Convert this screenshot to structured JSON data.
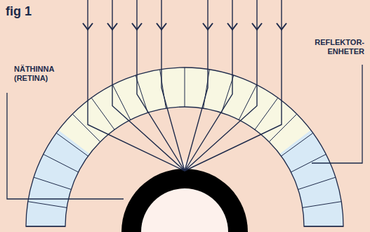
{
  "diagram": {
    "labels": [
      "fig 1",
      "NÄTHINNA (RETINA)",
      "REFLEKTOR- ENHETER"
    ]
  }
}
